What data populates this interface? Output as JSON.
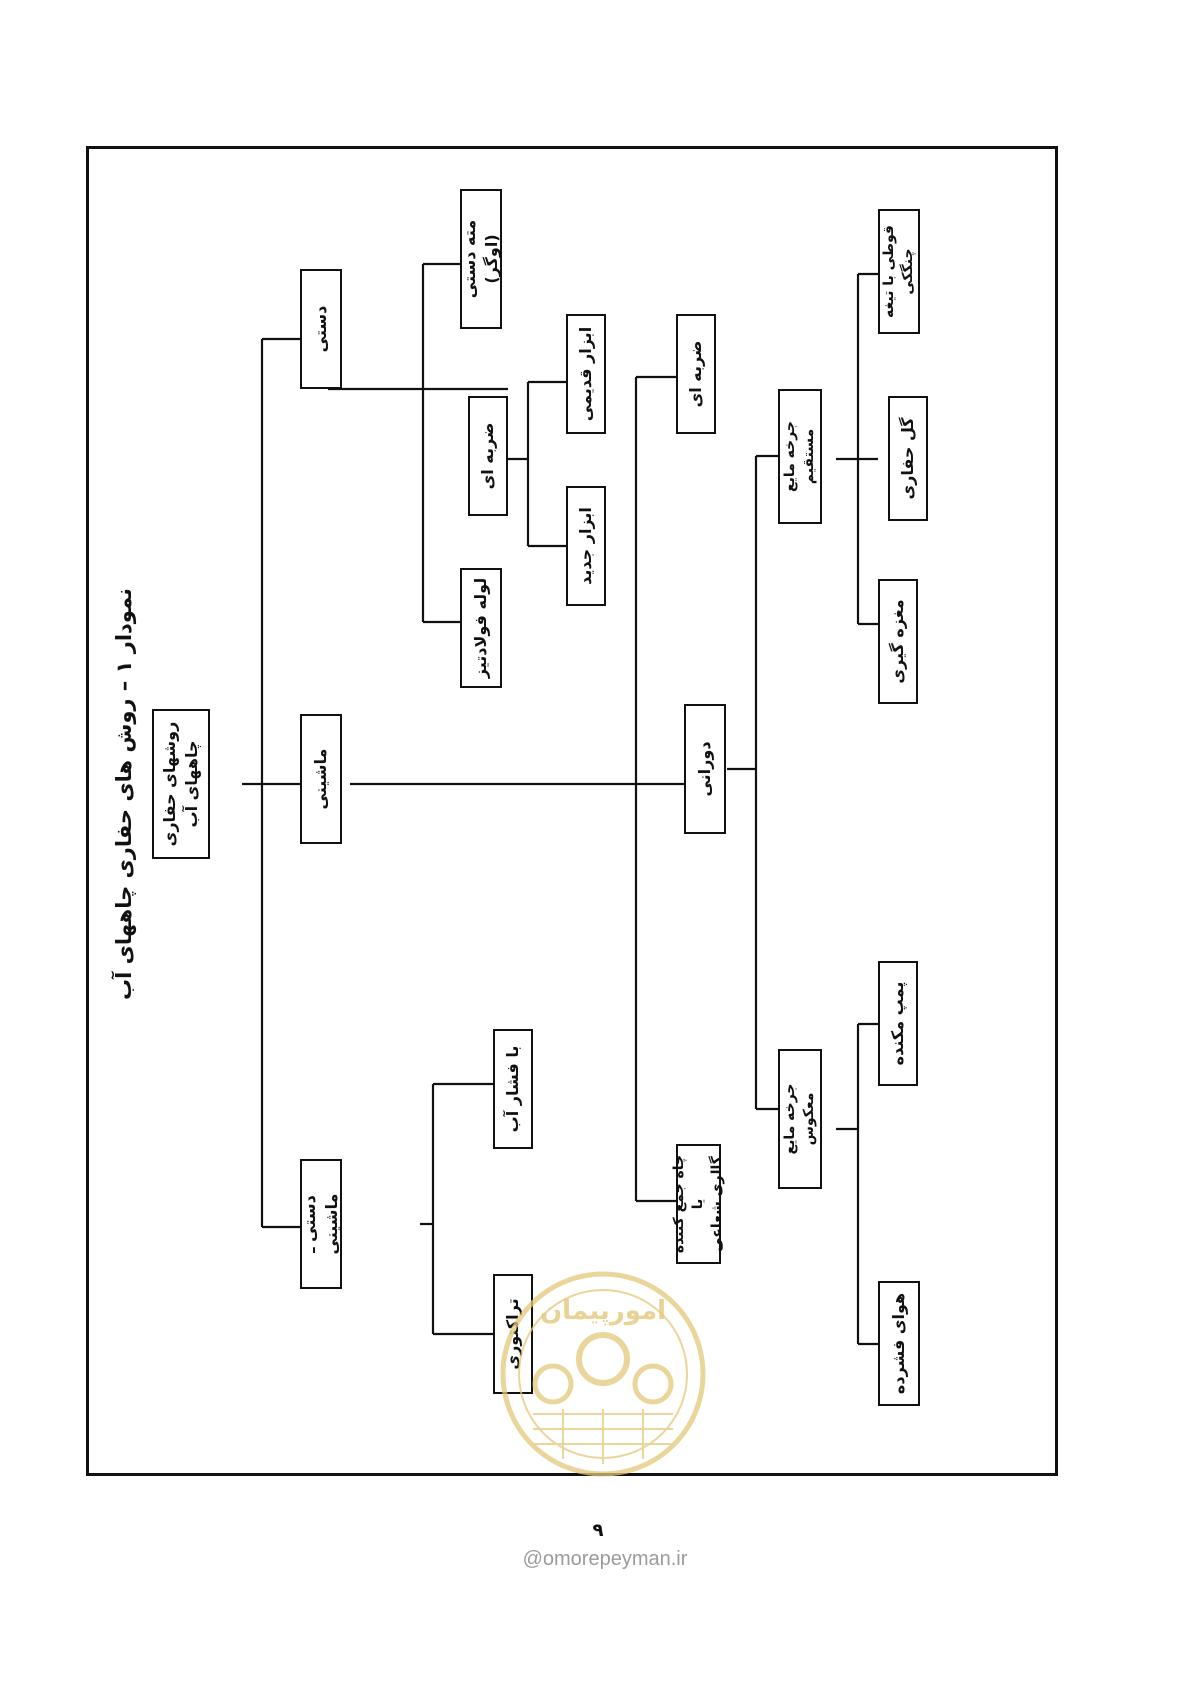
{
  "diagram": {
    "title": "نمودار ۱ – روش های حفاری چاههای آب",
    "root": "روشهای حفاری چاههای آب",
    "nodes": {
      "manual": "دستی",
      "machine": "ماشینی",
      "semi": "دستی ـ ماشینی",
      "auger": "مته دستی (اوگر)",
      "percussion": "ضربه ای",
      "driven": "لوله فولادتیز",
      "new_tools": "ابزار جدید",
      "old_tools": "ابزار قدیمی",
      "water_pressure": "با فشار آب",
      "tractor": "تراکتوری",
      "rotary": "دورانی",
      "collector": "چاه جمع کننده یا\nگالری شعاعی",
      "direct": "جرخه مایع مستقیم",
      "reverse": "جرخه مایع معکوس",
      "bucket": "قوطی با تیغه چنگکی",
      "mud": "گل حفاری",
      "core": "مغزه گیری",
      "pump": "پمپ مکنده",
      "air": "هوای فشرده"
    },
    "percussion_label": "ضربه ای",
    "semi_label": "دستی ـ ماشینی"
  },
  "page_number": "۹",
  "watermark": {
    "text": "@omorepeyman.ir",
    "seal_text": "امورپیمان",
    "color": "#e3c77a"
  }
}
